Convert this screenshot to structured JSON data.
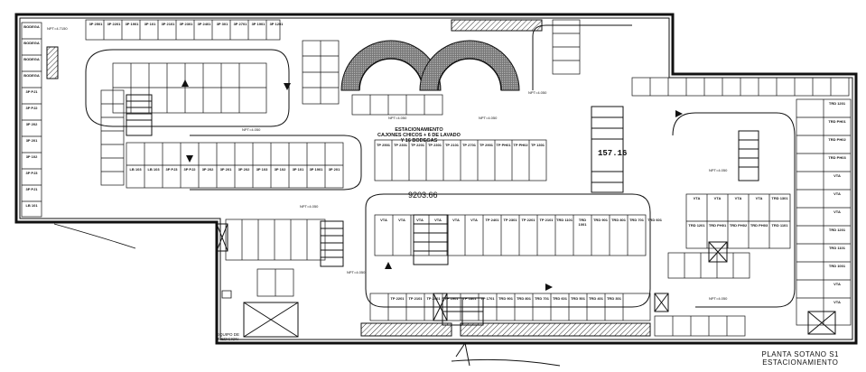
{
  "drawing": {
    "title_line1": "PLANTA SOTANO S1",
    "title_line2": "ESTACIONAMIENTO",
    "area_value": "9203.66",
    "note_line1": "ESTACIONAMIENTO",
    "note_line2": "CAJONES CHICOS + 6 DE LAVADO",
    "note_line3": "Y 16 BODEGAS",
    "equipment_line1": "EQUIPO DE",
    "equipment_line2": "MEDICION",
    "counter_value": "157.16"
  },
  "colors": {
    "ink": "#111111",
    "hatch": "#555555",
    "paper": "#ffffff"
  },
  "spaces": {
    "top_row": [
      "3P 2501",
      "3P 2201",
      "3P 1901",
      "3P 101",
      "3P 2101",
      "3P 2301",
      "3P 2401",
      "3P 301",
      "3P 2701",
      "3P 1901",
      "3P 1201"
    ],
    "left_column": [
      "BODEGA",
      "BODEGA",
      "BODEGA",
      "BODEGA",
      "3P PJ1",
      "3P PJ2",
      "3P 202",
      "3P 201",
      "3P 102",
      "3P PJ3",
      "3P PJ1",
      "LB 101"
    ],
    "middle_row": [
      "LB 103",
      "LB 103",
      "3P PJ3",
      "3P PJ2",
      "3P 202",
      "3P 201",
      "3P 202",
      "3P 103",
      "3P 102",
      "3P 101",
      "3P 1901",
      "3P 201"
    ],
    "central_row": [
      "TP 2501",
      "TP 2301",
      "TP 2201",
      "TP 2301",
      "TP 2101",
      "TP 2701",
      "TP 2901",
      "TP PH01",
      "TP PH02",
      "TP 1301"
    ],
    "right_column": [
      "TRD 1201",
      "TRD PH01",
      "TRD PH02",
      "TRD PH03",
      "VTA",
      "VTA",
      "VTA",
      "TRD 1201",
      "TRD 1101",
      "TRD 1001",
      "VTA",
      "VTA"
    ],
    "lower_row": [
      "VTA",
      "VTA",
      "VTA",
      "VTA",
      "VTA",
      "VTA",
      "TP 2401",
      "TP 2301",
      "TP 2201",
      "TP 2101",
      "TRD 1101",
      "TRD 1001",
      "TRD 901",
      "TRD 801",
      "TRD 701",
      "TRD 601"
    ],
    "bottom_row": [
      "TP 2201",
      "TP 2101",
      "TP 2001",
      "TP 1901",
      "TP 1801",
      "TP 1701",
      "TRD 901",
      "TRD 801",
      "TRD 701",
      "TRD 601",
      "TRD 501",
      "TRD 401",
      "TRD 301"
    ],
    "upper_right": [
      "VTA",
      "VTA",
      "VTA",
      "VTA",
      "TRD 1301",
      "TRD 1201",
      "TRD PH01",
      "TRD PH02",
      "TRD PH03",
      "TRD 1101"
    ]
  }
}
